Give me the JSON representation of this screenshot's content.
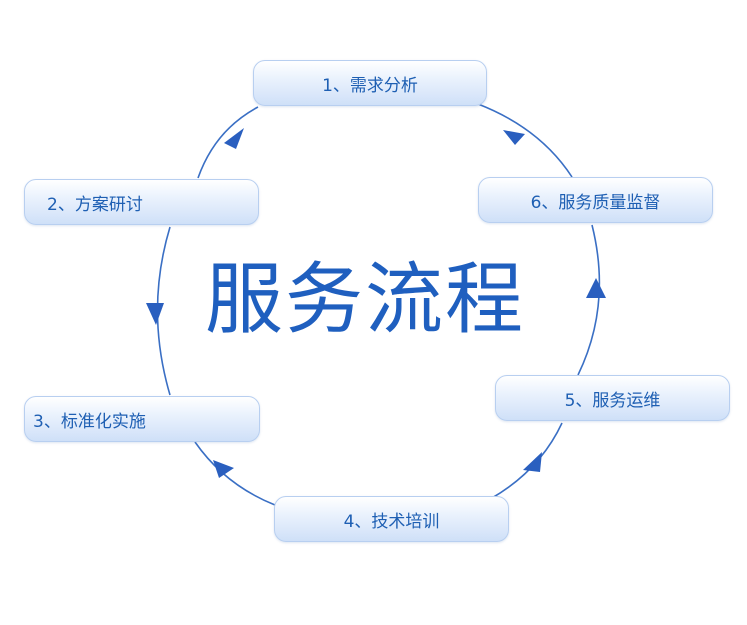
{
  "diagram": {
    "title": "服务流程",
    "colors": {
      "primary": "#1f5fbf",
      "arc": "#3a6fc4",
      "box_border": "#b8cff0",
      "box_fill_top": "#ffffff",
      "box_fill_bottom": "#cfe0f8"
    },
    "steps": [
      {
        "label": "1、需求分析"
      },
      {
        "label": "2、方案研讨"
      },
      {
        "label": "3、标准化实施"
      },
      {
        "label": "4、技术培训"
      },
      {
        "label": "5、服务运维"
      },
      {
        "label": "6、服务质量监督"
      }
    ],
    "flow_direction": "counter-clockwise"
  }
}
